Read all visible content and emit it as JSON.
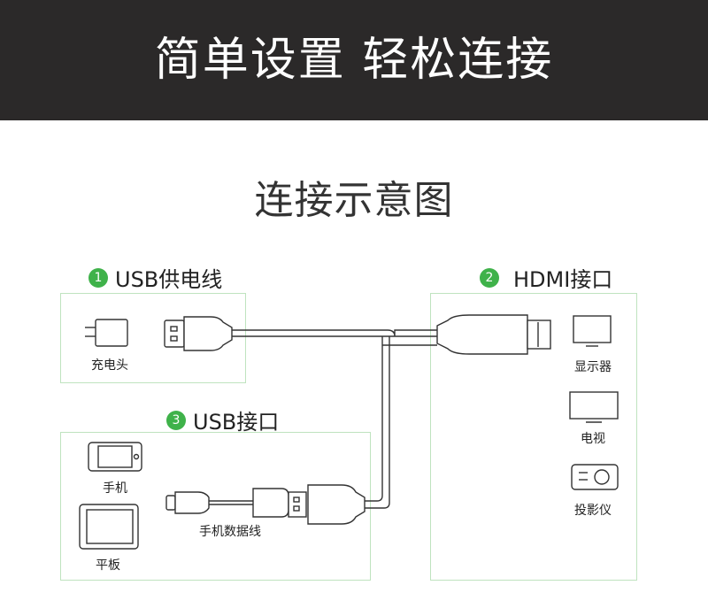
{
  "banner": {
    "title": "简单设置 轻松连接"
  },
  "subtitle": "连接示意图",
  "sections": {
    "usb_power": {
      "number": "1",
      "label": "USB供电线"
    },
    "hdmi": {
      "number": "2",
      "label": "HDMI接口"
    },
    "usb_port": {
      "number": "3",
      "label": "USB接口"
    }
  },
  "devices": {
    "charger": "充电头",
    "phone": "手机",
    "tablet": "平板",
    "data_cable": "手机数据线",
    "display": "显示器",
    "tv": "电视",
    "projector": "投影仪"
  },
  "colors": {
    "banner_bg": "#2b2929",
    "accent_green": "#3fb24a",
    "box_border": "#bfe3bf"
  }
}
